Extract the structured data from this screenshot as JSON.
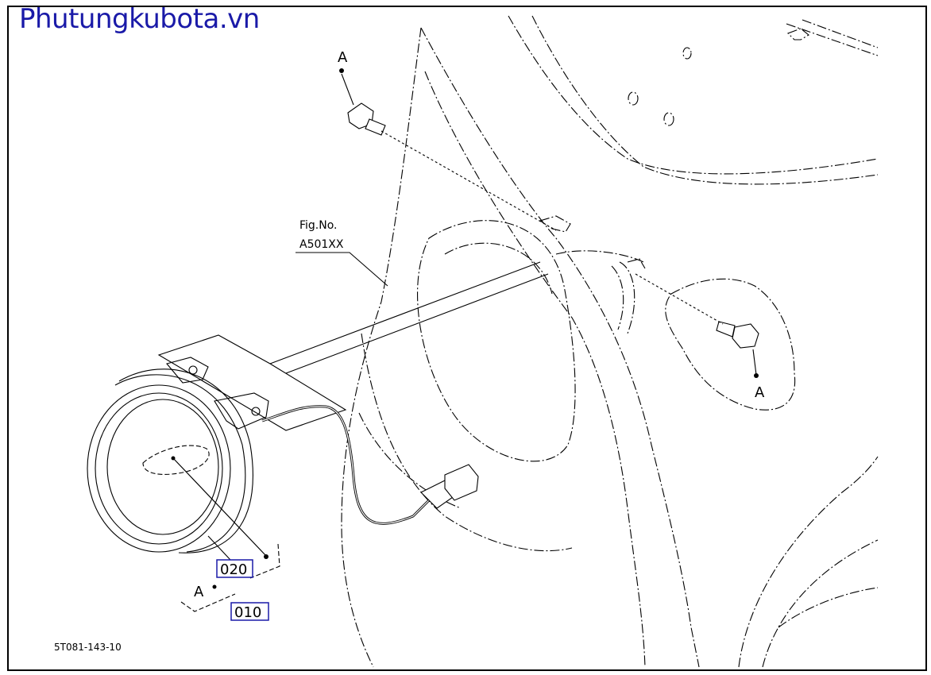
{
  "watermark": "Phutungkubota.vn",
  "labels": {
    "fig_no": "Fig.No.",
    "fig_ref": "A501XX",
    "point_a_top": "A",
    "point_a_right": "A",
    "point_a_left": "A",
    "drawing_code": "5T081-143-10"
  },
  "part_numbers": [
    "020",
    "010"
  ],
  "colors": {
    "watermark": "#1a1aa8",
    "part_box_border": "#1a1aa8",
    "line": "#000000"
  }
}
